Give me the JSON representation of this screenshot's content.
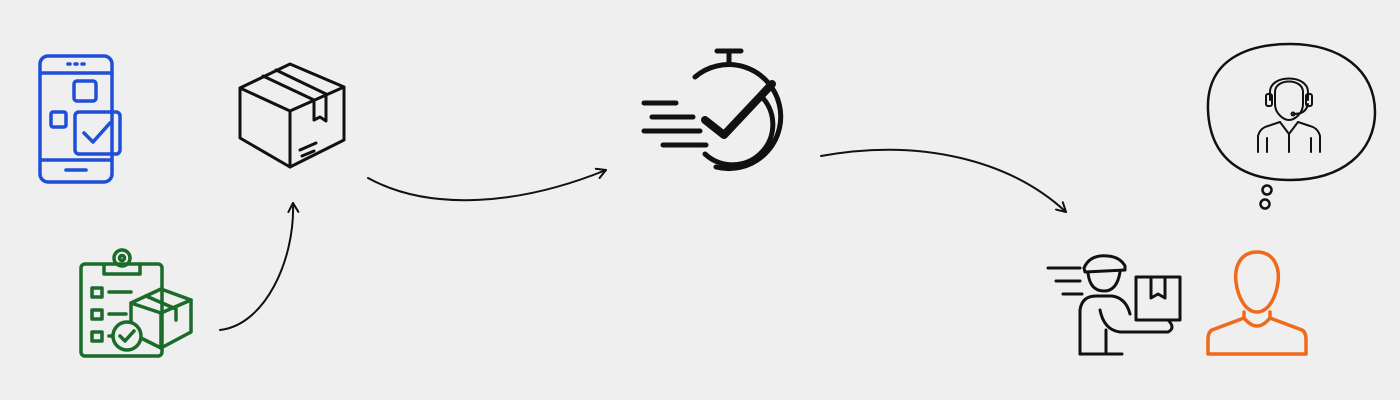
{
  "diagram": {
    "background": "#efefef",
    "colors": {
      "phone": "#1f4fd8",
      "checklist": "#1b6b2a",
      "ink": "#111111",
      "customer": "#ef6a1a"
    },
    "nodes": [
      {
        "id": "mobile-order",
        "icon": "smartphone-check-icon"
      },
      {
        "id": "order-checklist",
        "icon": "clipboard-checklist-package-icon"
      },
      {
        "id": "package",
        "icon": "cardboard-box-icon"
      },
      {
        "id": "fast-delivery",
        "icon": "stopwatch-check-icon"
      },
      {
        "id": "courier",
        "icon": "delivery-person-icon"
      },
      {
        "id": "customer",
        "icon": "user-outline-icon"
      },
      {
        "id": "support-thought",
        "icon": "support-agent-thought-bubble-icon"
      }
    ],
    "edges": [
      {
        "from": "order-checklist",
        "to": "package"
      },
      {
        "from": "package",
        "to": "fast-delivery"
      },
      {
        "from": "fast-delivery",
        "to": "courier"
      }
    ]
  }
}
